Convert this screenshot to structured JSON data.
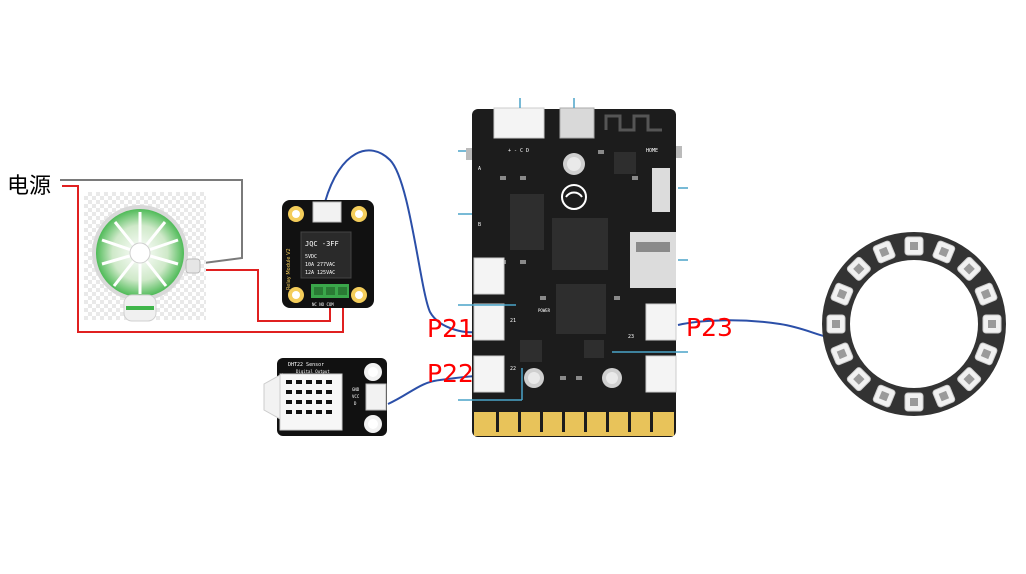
{
  "labels": {
    "power": "电源",
    "p21": "P21",
    "p22": "P22",
    "p23": "P23"
  },
  "relay": {
    "chip": "JQC -3FF",
    "spec_1": "5VDC",
    "spec_2": "10A  277VAC",
    "spec_3": "12A  125VAC",
    "side": "Relay Module V2",
    "terminals": "NC  NO  COM"
  },
  "dht": {
    "title": "DHT22 Sensor",
    "subtitle": "Digital Output",
    "pin_a": "GND",
    "pin_b": "VCC",
    "pin_c": "D"
  },
  "board": {
    "home": "HOME",
    "pin_a": "A",
    "pin_b": "B",
    "conn_top": "+ - C D",
    "p21": "21",
    "p22": "22",
    "p23": "23",
    "power": "POWER"
  },
  "colors": {
    "wire_red": "#e02020",
    "wire_gray": "#7a7a7a",
    "wire_blue": "#2b4fa8",
    "label_red": "#ff0000",
    "board": "#1c1c1c",
    "gold": "#e8c35a"
  }
}
